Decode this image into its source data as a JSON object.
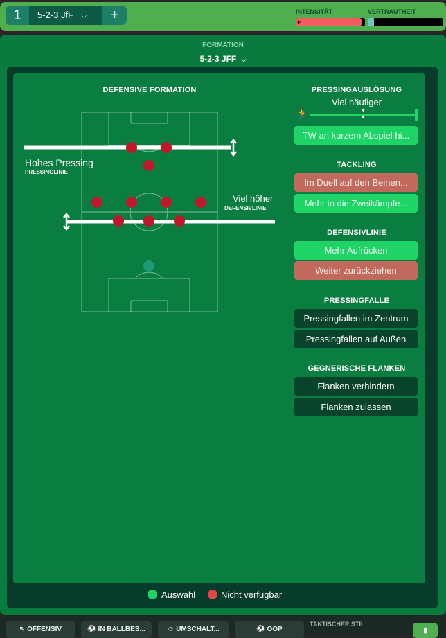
{
  "tactic": {
    "slot": "1",
    "name": "5-2-3 JfF",
    "add": "+"
  },
  "meters": {
    "intensity_label": "INTENSITÄT",
    "intensity_value": 0.95,
    "familiarity_label": "VERTRAUTHEIT",
    "familiarity_value": 0.08
  },
  "formation": {
    "label": "FORMATION",
    "value": "5-2-3 JFF"
  },
  "pitch": {
    "title": "DEFENSIVE FORMATION",
    "pressing_value": "Hohes Pressing",
    "pressing_label": "PRESSINGLINIE",
    "defline_value": "Viel höher",
    "defline_label": "DEFENSIVLINIE"
  },
  "sections": {
    "pressing": {
      "title": "PRESSINGAUSLÖSUNG",
      "value": "Viel häufiger",
      "slider": 0.5,
      "button": "TW an kurzem Abspiel hi..."
    },
    "tackling": {
      "title": "TACKLING",
      "buttons": [
        "Im Duell auf den Beinen...",
        "Mehr in die Zweikämpfe..."
      ]
    },
    "defline": {
      "title": "DEFENSIVLINIE",
      "buttons": [
        "Mehr Aufrücken",
        "Weiter zurückziehen"
      ]
    },
    "trap": {
      "title": "PRESSINGFALLE",
      "buttons": [
        "Pressingfallen im Zentrum",
        "Pressingfallen auf Außen"
      ]
    },
    "crosses": {
      "title": "GEGNERISCHE FLANKEN",
      "buttons": [
        "Flanken verhindern",
        "Flanken zulassen"
      ]
    }
  },
  "legend": {
    "selected": "Auswahl",
    "unavailable": "Nicht verfügbar"
  },
  "bottom": {
    "tabs": [
      "OFFENSIV",
      "IN BALLBES...",
      "UMSCHALT...",
      "OOP"
    ],
    "style_label": "TAKTISCHER STIL"
  },
  "colors": {
    "selected": "#1fd466",
    "unavailable": "#e04848"
  }
}
